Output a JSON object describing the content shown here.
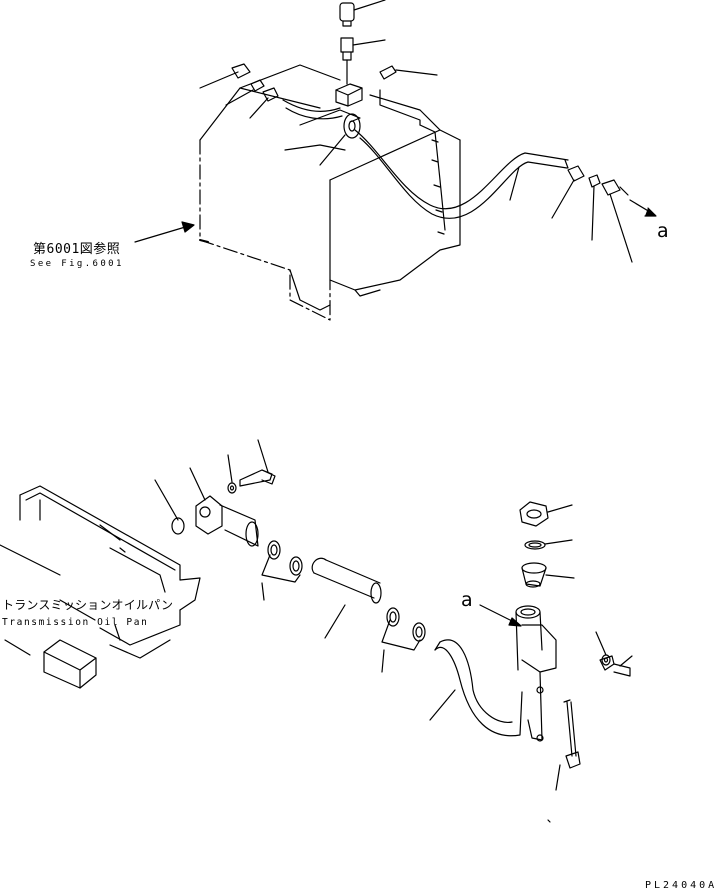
{
  "callouts": {
    "see_fig_jp": "第6001図参照",
    "see_fig_en": "See Fig.6001",
    "pan_jp": "トランスミッションオイルパン",
    "pan_en": "Transmission Oil Pan",
    "connector_top": "a",
    "connector_bottom": "a"
  },
  "drawing_code": "PL24040A",
  "colors": {
    "line": "#000000",
    "background": "#ffffff"
  }
}
